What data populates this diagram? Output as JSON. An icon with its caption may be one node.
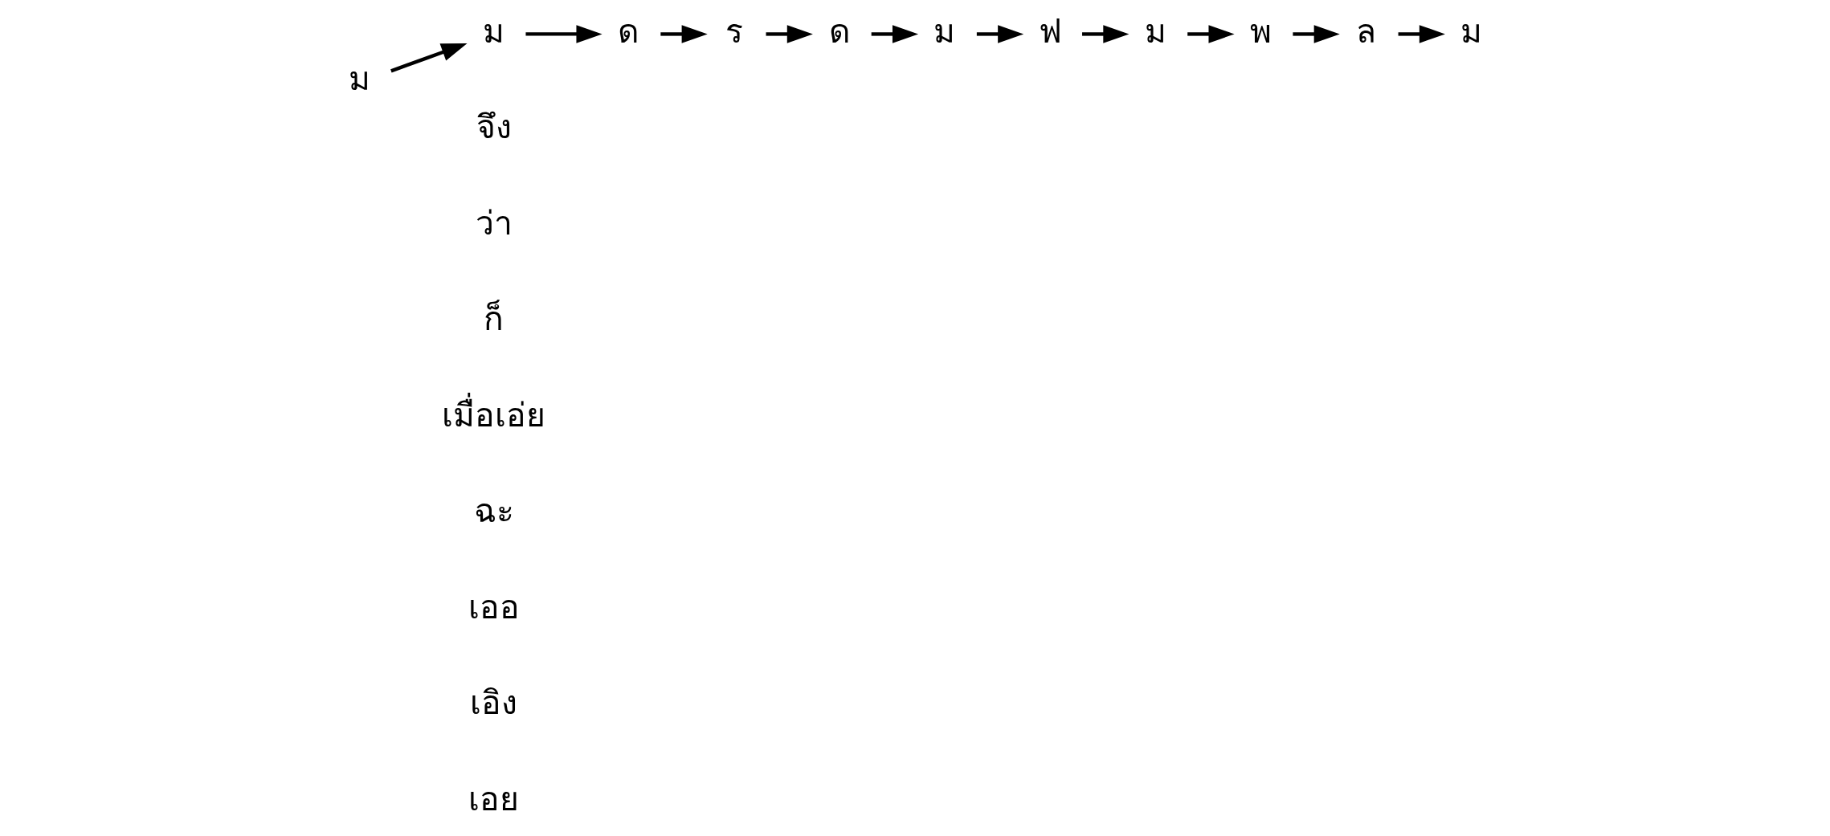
{
  "diagram": {
    "nodes": [
      {
        "text": [
          "ม"
        ]
      },
      {
        "text": [
          "ม"
        ]
      },
      {
        "text": [
          "ด"
        ]
      },
      {
        "text": [
          "ร"
        ]
      },
      {
        "text": [
          "ด"
        ]
      },
      {
        "text": [
          "ม"
        ]
      },
      {
        "text": [
          "ฟ"
        ]
      },
      {
        "text": [
          "ม"
        ]
      },
      {
        "text": [
          "พ"
        ]
      },
      {
        "text": [
          "ล"
        ]
      },
      {
        "text": [
          "ม"
        ]
      }
    ],
    "edges": [
      {
        "from": 0,
        "to": 1,
        "arrow": "to"
      },
      {
        "from": 1,
        "to": 2,
        "arrow": "to"
      },
      {
        "from": 2,
        "to": 3,
        "arrow": "to"
      },
      {
        "from": 3,
        "to": 4,
        "arrow": "to"
      },
      {
        "from": 4,
        "to": 5,
        "arrow": "to"
      },
      {
        "from": 5,
        "to": 6,
        "arrow": "to"
      },
      {
        "from": 6,
        "to": 7,
        "arrow": "to"
      },
      {
        "from": 7,
        "to": 8,
        "arrow": "to"
      },
      {
        "from": 8,
        "to": 9,
        "arrow": "to"
      },
      {
        "from": 9,
        "to": 10,
        "arrow": "to"
      }
    ],
    "labels": [
      "จึง",
      "ว่า",
      "ก็",
      "เมื่อเอ่ย",
      "ฉะ",
      "เออ",
      "เอิง",
      "เอย"
    ]
  }
}
